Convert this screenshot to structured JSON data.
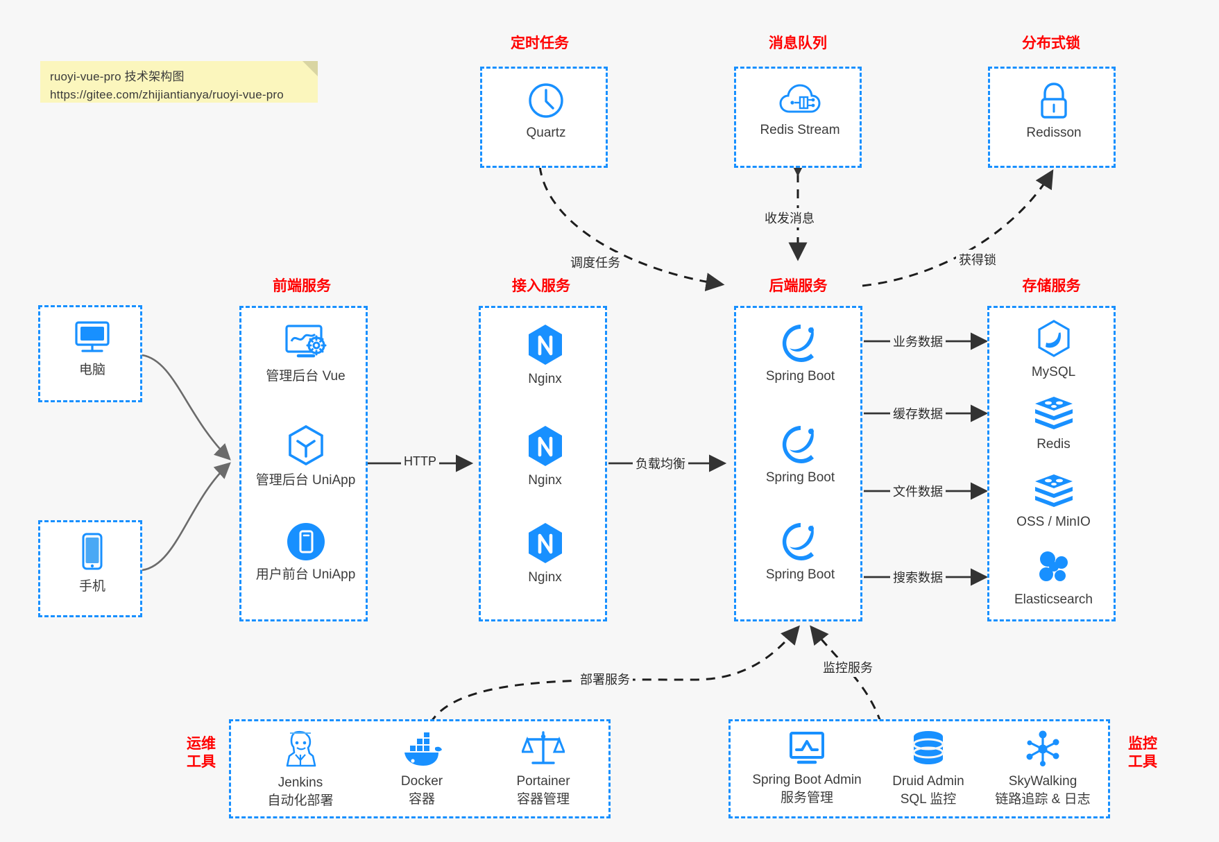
{
  "note": {
    "line1": "ruoyi-vue-pro 技术架构图",
    "line2": "https://gitee.com/zhijiantianya/ruoyi-vue-pro"
  },
  "colors": {
    "accent": "#1890ff",
    "title": "#ff0000",
    "text": "#3c3c3c",
    "edge": "#333333",
    "background": "#f7f7f7",
    "note_bg": "#fbf6bd"
  },
  "groups": {
    "scheduler": {
      "title": "定时任务",
      "items": [
        {
          "label": "Quartz",
          "icon": "clock-icon"
        }
      ]
    },
    "mq": {
      "title": "消息队列",
      "items": [
        {
          "label": "Redis Stream",
          "icon": "cloud-stream-icon"
        }
      ]
    },
    "lock": {
      "title": "分布式锁",
      "items": [
        {
          "label": "Redisson",
          "icon": "padlock-icon"
        }
      ]
    },
    "clients": {
      "items": [
        {
          "label": "电脑",
          "icon": "desktop-icon"
        },
        {
          "label": "手机",
          "icon": "mobile-icon"
        }
      ]
    },
    "frontend": {
      "title": "前端服务",
      "items": [
        {
          "label": "管理后台 Vue",
          "icon": "dashboard-gear-icon"
        },
        {
          "label": "管理后台 UniApp",
          "icon": "hexagon-uniapp-icon"
        },
        {
          "label": "用户前台 UniApp",
          "icon": "mobile-circle-icon"
        }
      ]
    },
    "gateway": {
      "title": "接入服务",
      "items": [
        {
          "label": "Nginx",
          "icon": "nginx-icon"
        },
        {
          "label": "Nginx",
          "icon": "nginx-icon"
        },
        {
          "label": "Nginx",
          "icon": "nginx-icon"
        }
      ]
    },
    "backend": {
      "title": "后端服务",
      "items": [
        {
          "label": "Spring Boot",
          "icon": "spring-boot-icon"
        },
        {
          "label": "Spring Boot",
          "icon": "spring-boot-icon"
        },
        {
          "label": "Spring Boot",
          "icon": "spring-boot-icon"
        }
      ]
    },
    "storage": {
      "title": "存储服务",
      "items": [
        {
          "label": "MySQL",
          "icon": "mysql-icon"
        },
        {
          "label": "Redis",
          "icon": "redis-stack-icon"
        },
        {
          "label": "OSS / MinIO",
          "icon": "oss-stack-icon"
        },
        {
          "label": "Elasticsearch",
          "icon": "elasticsearch-icon"
        }
      ]
    },
    "devops": {
      "title": "运维\n工具",
      "title_line1": "运维",
      "title_line2": "工具",
      "items": [
        {
          "label": "Jenkins",
          "sub": "自动化部署",
          "icon": "jenkins-icon"
        },
        {
          "label": "Docker",
          "sub": "容器",
          "icon": "docker-icon"
        },
        {
          "label": "Portainer",
          "sub": "容器管理",
          "icon": "scales-icon"
        }
      ]
    },
    "monitor": {
      "title_line1": "监控",
      "title_line2": "工具",
      "items": [
        {
          "label": "Spring Boot Admin",
          "sub": "服务管理",
          "icon": "monitor-chart-icon"
        },
        {
          "label": "Druid Admin",
          "sub": "SQL 监控",
          "icon": "database-icon"
        },
        {
          "label": "SkyWalking",
          "sub": "链路追踪 & 日志",
          "icon": "skywalking-icon"
        }
      ]
    }
  },
  "edges": [
    {
      "name": "http",
      "label": "HTTP"
    },
    {
      "name": "load-balance",
      "label": "负载均衡"
    },
    {
      "name": "schedule-task",
      "label": "调度任务"
    },
    {
      "name": "send-receive-message",
      "label": "收发消息"
    },
    {
      "name": "acquire-lock",
      "label": "获得锁"
    },
    {
      "name": "business-data",
      "label": "业务数据"
    },
    {
      "name": "cache-data",
      "label": "缓存数据"
    },
    {
      "name": "file-data",
      "label": "文件数据"
    },
    {
      "name": "search-data",
      "label": "搜索数据"
    },
    {
      "name": "deploy-service",
      "label": "部署服务"
    },
    {
      "name": "monitor-service",
      "label": "监控服务"
    }
  ]
}
